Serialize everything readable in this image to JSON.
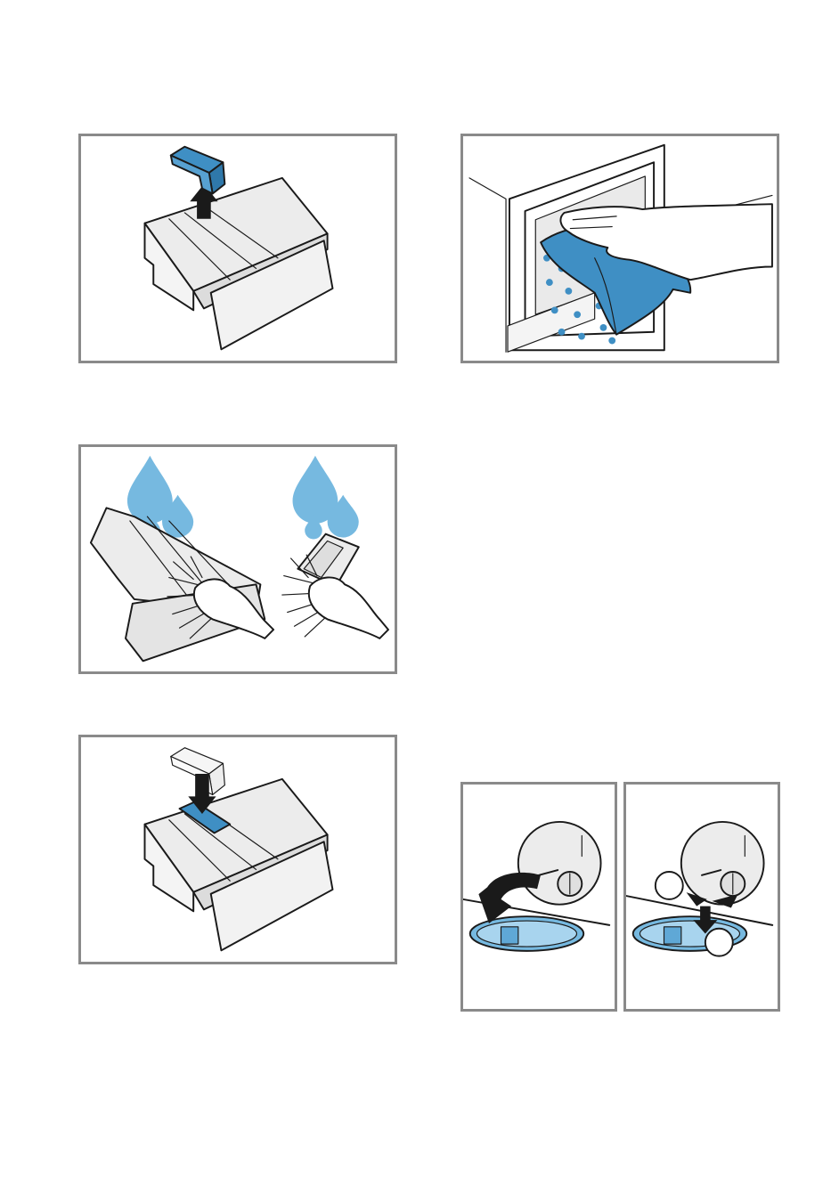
{
  "colors": {
    "accent_blue": "#3f8fc4",
    "light_blue": "#76b9e0",
    "tray_fill": "#ececec",
    "frame_border": "#8a8a8a",
    "outline": "#1a1a1a"
  },
  "panels": [
    {
      "id": "remove-insert",
      "icon": "detergent-drawer-insert-lift-icon"
    },
    {
      "id": "wipe-drawer-recess",
      "icon": "hand-cloth-wipe-icon"
    },
    {
      "id": "rinse-drawer-and-insert",
      "icon": "brush-rinse-icon"
    },
    {
      "id": "refit-insert",
      "icon": "detergent-drawer-insert-push-icon"
    },
    {
      "id": "open-service-flap",
      "icon": "service-flap-open-icon"
    },
    {
      "id": "close-service-flap",
      "icon": "service-flap-close-icon"
    }
  ]
}
